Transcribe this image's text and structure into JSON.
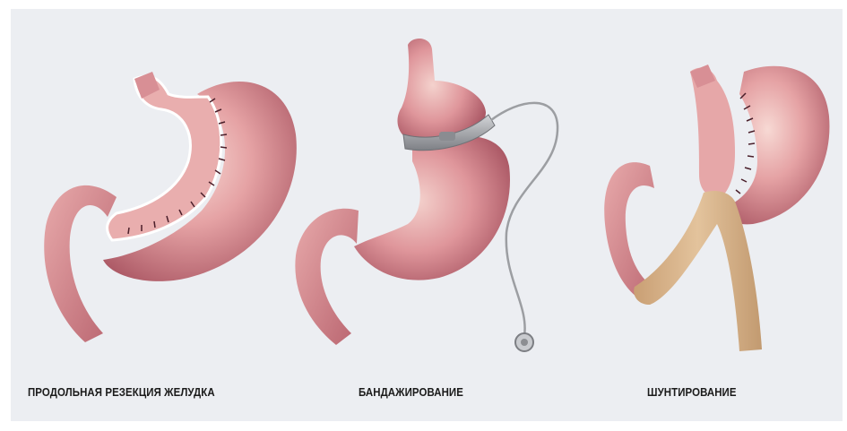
{
  "procedures": [
    {
      "label": "ПРОДОЛЬНАЯ РЕЗЕКЦИЯ ЖЕЛУДКА",
      "illustration": "sleeve-gastrectomy-illustration"
    },
    {
      "label": "БАНДАЖИРОВАНИЕ",
      "illustration": "gastric-banding-illustration"
    },
    {
      "label": "ШУНТИРОВАНИЕ",
      "illustration": "gastric-bypass-illustration"
    }
  ],
  "colors": {
    "background": "#eceef2",
    "tissue_light": "#f2c7c6",
    "tissue_mid": "#d7898e",
    "tissue_dark": "#a95562",
    "staples": "#4a1f2a",
    "band": "#a9abaf",
    "bypass_limb": "#d7b78f",
    "caption_text": "#1b1b1b"
  }
}
